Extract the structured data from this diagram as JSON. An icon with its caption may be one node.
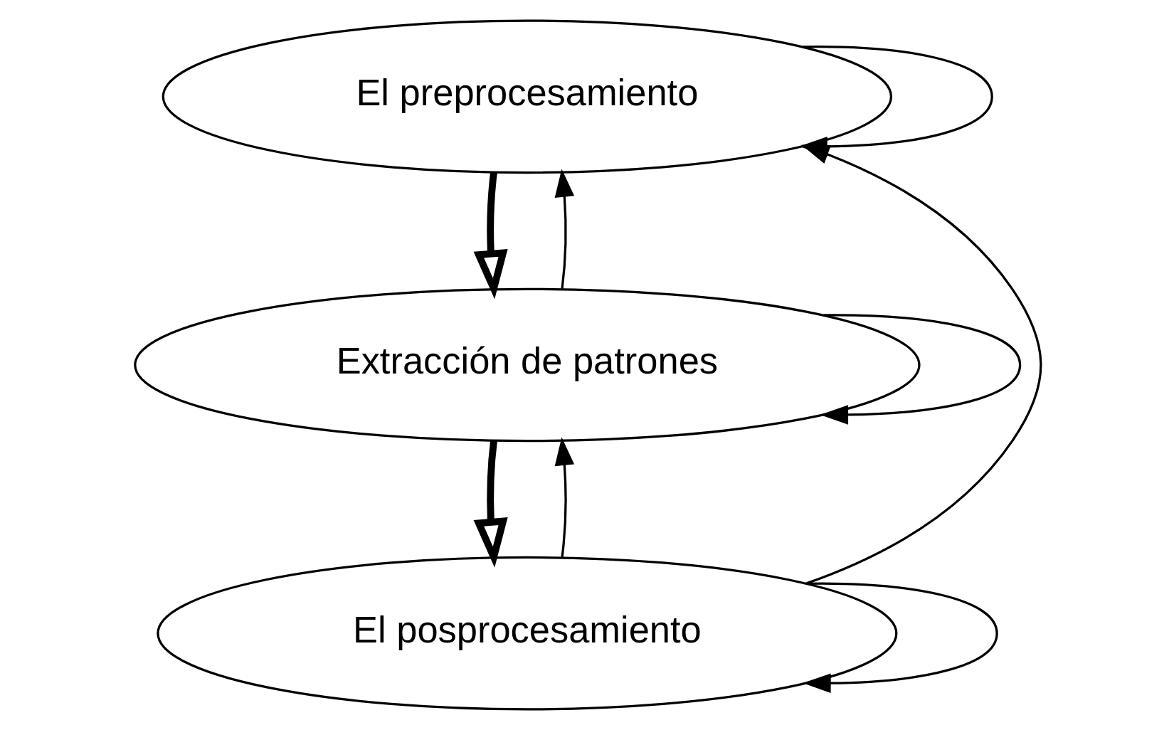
{
  "diagram": {
    "nodes": [
      {
        "text": [
          "El preprocesamiento"
        ]
      },
      {
        "text": [
          "Extracción de patrones"
        ]
      },
      {
        "text": [
          "El posprocesamiento"
        ]
      }
    ],
    "edges": [
      {
        "from": 0,
        "to": 0,
        "arrow": "to"
      },
      {
        "from": 0,
        "to": 1,
        "arrow": "to",
        "style": "thick"
      },
      {
        "from": 1,
        "to": 0,
        "arrow": "to"
      },
      {
        "from": 2,
        "to": 0,
        "arrow": "to"
      },
      {
        "from": 2,
        "to": 1,
        "arrow": "to"
      },
      {
        "from": 1,
        "to": 1,
        "arrow": "to"
      },
      {
        "from": 1,
        "to": 2,
        "arrow": "to",
        "style": "thick"
      },
      {
        "from": 2,
        "to": 2,
        "arrow": "to"
      }
    ]
  }
}
